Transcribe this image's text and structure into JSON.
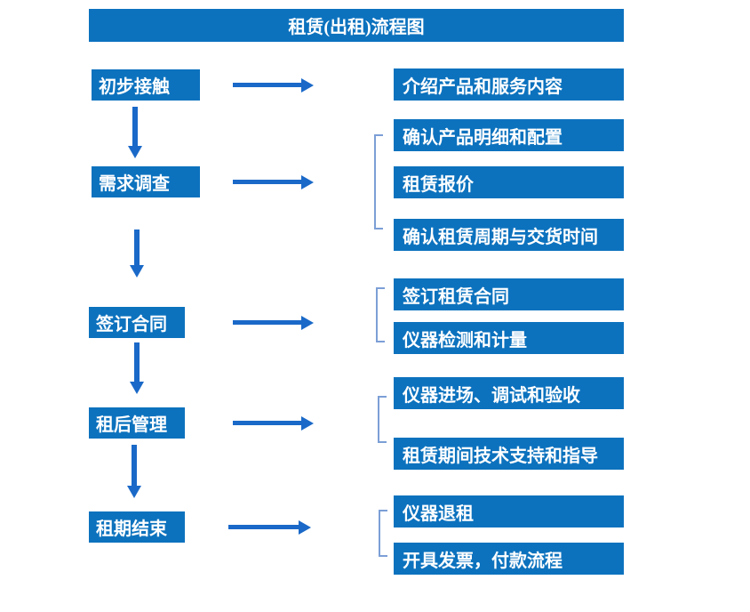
{
  "title": "租赁(出租)流程图",
  "colors": {
    "box_blue": "#0C72BE",
    "arrow_blue": "#1A69C8",
    "bracket_blue": "#7C9FD6",
    "text_white": "#FFFFFF"
  },
  "flow": {
    "steps": [
      {
        "label": "初步接触",
        "details": [
          "介绍产品和服务内容"
        ]
      },
      {
        "label": "需求调查",
        "details": [
          "确认产品明细和配置",
          "租赁报价",
          "确认租赁周期与交货时间"
        ]
      },
      {
        "label": "签订合同",
        "details": [
          "签订租赁合同",
          "仪器检测和计量"
        ]
      },
      {
        "label": "租后管理",
        "details": [
          "仪器进场、调试和验收",
          "租赁期间技术支持和指导"
        ]
      },
      {
        "label": "租期结束",
        "details": [
          "仪器退租",
          "开具发票，付款流程"
        ]
      }
    ]
  }
}
